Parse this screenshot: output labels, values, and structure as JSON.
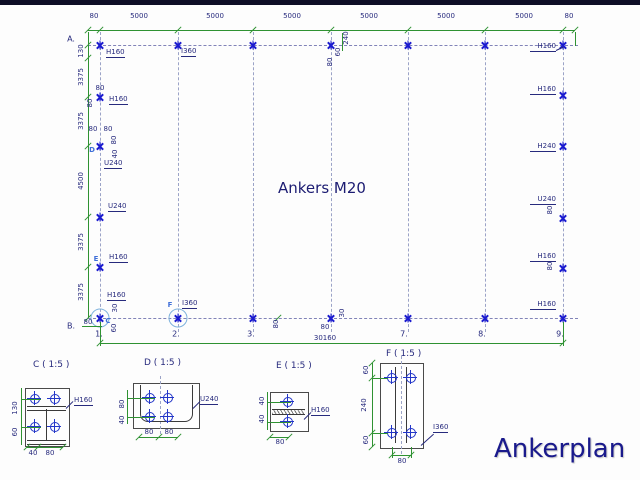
{
  "title": "Ankerplan",
  "note": "Ankers M20",
  "plan": {
    "row_labels": [
      "A.",
      "B."
    ],
    "grid_labels": [
      "1.",
      "2.",
      "3.",
      "7.",
      "8.",
      "9."
    ],
    "top_dims": [
      "80",
      "5000",
      "5000",
      "5000",
      "5000",
      "5000",
      "5000",
      "80"
    ],
    "left_chain_dims": [
      "130",
      "3375",
      "3375",
      "4500",
      "3375",
      "3375"
    ],
    "dims": {
      "a2_top": "80",
      "a2_side": "80",
      "d_top1": "80",
      "d_top2": "80",
      "d_side1": "80",
      "d_side2": "40",
      "g5_1": "240",
      "g5_2": "60",
      "g5_3": "80",
      "c_top": "30",
      "c_left": "80",
      "c_bottom": "60",
      "mid_tick": "80",
      "mid_below": "80",
      "mid_side": "30",
      "total": "30160",
      "r_u240": "80",
      "r_h160": "80"
    },
    "profiles": {
      "l_a": "H160",
      "l_2": "H160",
      "l_d": "U240",
      "l_u": "U240",
      "l_e": "H160",
      "l_b": "H160",
      "a_g2": "I360",
      "a_g9": "H160",
      "b_f": "I360",
      "r_1": "H160",
      "r_2": "H240",
      "r_3": "U240",
      "r_4": "H160",
      "r_5": "H160"
    },
    "callouts": {
      "c": "C",
      "d": "D",
      "e": "E",
      "f": "F"
    }
  },
  "details": [
    {
      "title": "C ( 1:5 )",
      "profile": "H160",
      "dims": [
        "130",
        "60",
        "40",
        "80"
      ]
    },
    {
      "title": "D ( 1:5 )",
      "profile": "U240",
      "dims": [
        "80",
        "40",
        "80",
        "80"
      ]
    },
    {
      "title": "E ( 1:5 )",
      "profile": "H160",
      "dims": [
        "40",
        "40",
        "80"
      ]
    },
    {
      "title": "F ( 1:5 )",
      "profile": "I360",
      "dims": [
        "60",
        "240",
        "60",
        "80"
      ]
    }
  ]
}
